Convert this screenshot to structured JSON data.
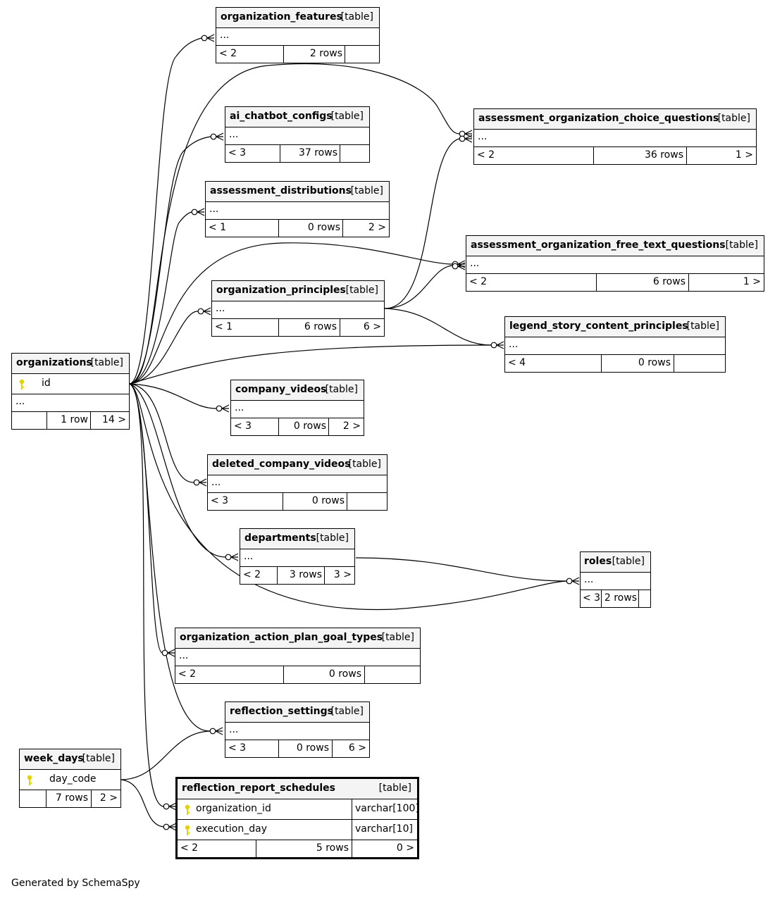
{
  "tables": {
    "organizations": {
      "name": "organizations",
      "type": "[table]",
      "column": "id",
      "rows": "1 row",
      "parents": "",
      "children": "14 >",
      "more": "..."
    },
    "organization_features": {
      "name": "organization_features",
      "type": "[table]",
      "rows": "2 rows",
      "parents": "< 2",
      "children": "",
      "more": "..."
    },
    "ai_chatbot_configs": {
      "name": "ai_chatbot_configs",
      "type": "[table]",
      "rows": "37 rows",
      "parents": "< 3",
      "children": "",
      "more": "..."
    },
    "assessment_distributions": {
      "name": "assessment_distributions",
      "type": "[table]",
      "rows": "0 rows",
      "parents": "< 1",
      "children": "2 >",
      "more": "..."
    },
    "organization_principles": {
      "name": "organization_principles",
      "type": "[table]",
      "rows": "6 rows",
      "parents": "< 1",
      "children": "6 >",
      "more": "..."
    },
    "company_videos": {
      "name": "company_videos",
      "type": "[table]",
      "rows": "0 rows",
      "parents": "< 3",
      "children": "2 >",
      "more": "..."
    },
    "deleted_company_videos": {
      "name": "deleted_company_videos",
      "type": "[table]",
      "rows": "0 rows",
      "parents": "< 3",
      "children": "",
      "more": "..."
    },
    "departments": {
      "name": "departments",
      "type": "[table]",
      "rows": "3 rows",
      "parents": "< 2",
      "children": "3 >",
      "more": "..."
    },
    "organization_action_plan_goal_types": {
      "name": "organization_action_plan_goal_types",
      "type": "[table]",
      "rows": "0 rows",
      "parents": "< 2",
      "children": "",
      "more": "..."
    },
    "reflection_settings": {
      "name": "reflection_settings",
      "type": "[table]",
      "rows": "0 rows",
      "parents": "< 3",
      "children": "6 >",
      "more": "..."
    },
    "week_days": {
      "name": "week_days",
      "type": "[table]",
      "column": "day_code",
      "rows": "7 rows",
      "parents": "",
      "children": "2 >"
    },
    "reflection_report_schedules": {
      "name": "reflection_report_schedules",
      "type": "[table]",
      "columns": [
        {
          "name": "organization_id",
          "type": "varchar[100]"
        },
        {
          "name": "execution_day",
          "type": "varchar[10]"
        }
      ],
      "rows": "5 rows",
      "parents": "< 2",
      "children": "0 >"
    },
    "assessment_organization_choice_questions": {
      "name": "assessment_organization_choice_questions",
      "type": "[table]",
      "rows": "36 rows",
      "parents": "< 2",
      "children": "1 >",
      "more": "..."
    },
    "assessment_organization_free_text_questions": {
      "name": "assessment_organization_free_text_questions",
      "type": "[table]",
      "rows": "6 rows",
      "parents": "< 2",
      "children": "1 >",
      "more": "..."
    },
    "legend_story_content_principles": {
      "name": "legend_story_content_principles",
      "type": "[table]",
      "rows": "0 rows",
      "parents": "< 4",
      "children": "",
      "more": "..."
    },
    "roles": {
      "name": "roles",
      "type": "[table]",
      "rows": "2 rows",
      "parents": "< 3",
      "children": "",
      "more": "..."
    }
  },
  "relationships": [
    {
      "from": "organizations",
      "to": "organization_features"
    },
    {
      "from": "organizations",
      "to": "ai_chatbot_configs"
    },
    {
      "from": "organizations",
      "to": "assessment_distributions"
    },
    {
      "from": "organizations",
      "to": "organization_principles"
    },
    {
      "from": "organizations",
      "to": "company_videos"
    },
    {
      "from": "organizations",
      "to": "deleted_company_videos"
    },
    {
      "from": "organizations",
      "to": "departments"
    },
    {
      "from": "organizations",
      "to": "organization_action_plan_goal_types"
    },
    {
      "from": "organizations",
      "to": "reflection_settings"
    },
    {
      "from": "organizations",
      "to": "reflection_report_schedules"
    },
    {
      "from": "organizations",
      "to": "assessment_organization_choice_questions"
    },
    {
      "from": "organizations",
      "to": "assessment_organization_free_text_questions"
    },
    {
      "from": "organizations",
      "to": "legend_story_content_principles"
    },
    {
      "from": "organizations",
      "to": "roles"
    },
    {
      "from": "organization_principles",
      "to": "assessment_organization_choice_questions"
    },
    {
      "from": "organization_principles",
      "to": "assessment_organization_free_text_questions"
    },
    {
      "from": "organization_principles",
      "to": "legend_story_content_principles"
    },
    {
      "from": "departments",
      "to": "roles"
    },
    {
      "from": "week_days",
      "to": "reflection_settings"
    },
    {
      "from": "week_days",
      "to": "reflection_report_schedules"
    }
  ],
  "key_icon_color": "#e6d200",
  "footer": "Generated by SchemaSpy"
}
